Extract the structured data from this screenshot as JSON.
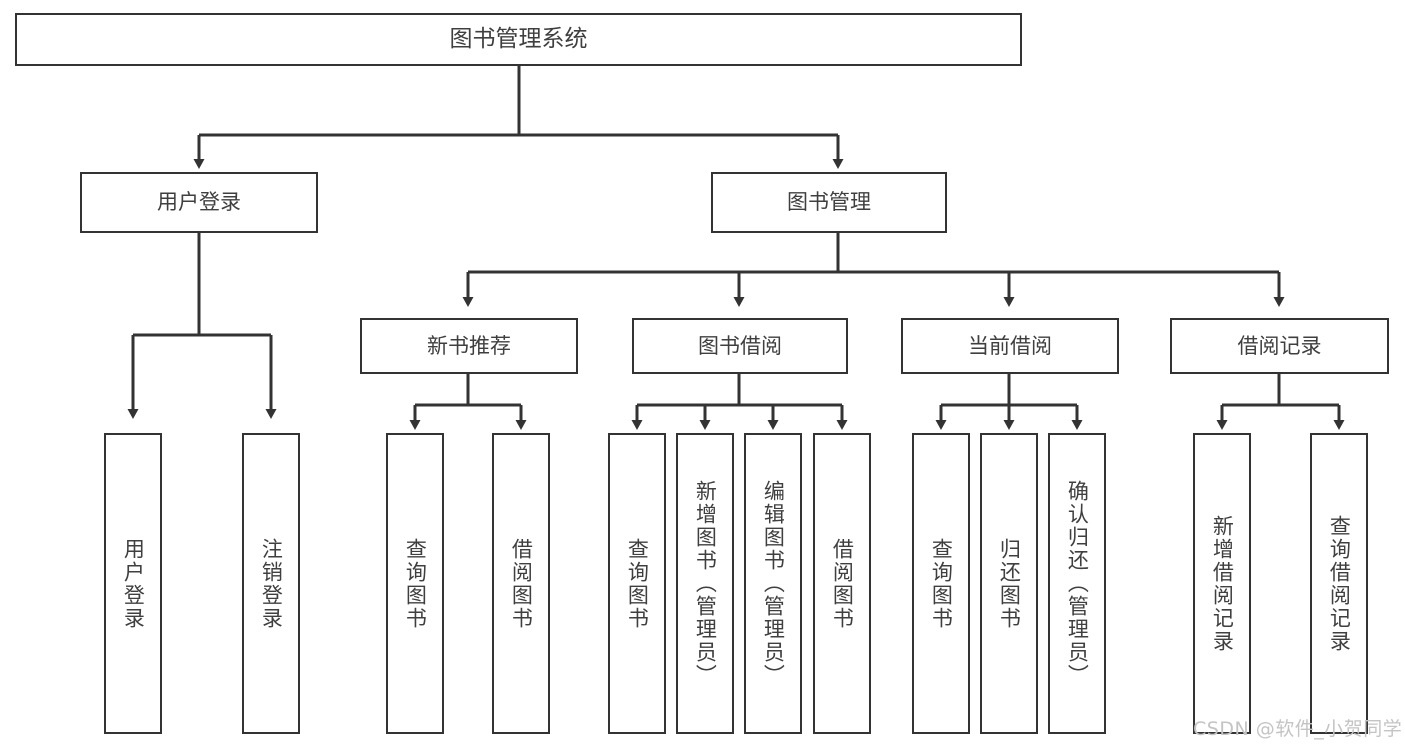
{
  "diagram": {
    "type": "tree",
    "title": "图书管理系统",
    "orientation": "top-down",
    "colors": {
      "box_border": "#333333",
      "box_fill": "#ffffff",
      "text": "#3f3f3f",
      "connector": "#333333",
      "watermark": "#c4c4c4",
      "background": "#ffffff"
    },
    "root": {
      "label": "图书管理系统"
    },
    "level2": [
      {
        "label": "用户登录"
      },
      {
        "label": "图书管理"
      }
    ],
    "level3": [
      {
        "label": "新书推荐"
      },
      {
        "label": "图书借阅"
      },
      {
        "label": "当前借阅"
      },
      {
        "label": "借阅记录"
      }
    ],
    "leaves": {
      "user_login": [
        {
          "label": "用户登录"
        },
        {
          "label": "注销登录"
        }
      ],
      "new_book_recommend": [
        {
          "label": "查询图书"
        },
        {
          "label": "借阅图书"
        }
      ],
      "book_borrow": [
        {
          "label": "查询图书"
        },
        {
          "label": "新增图书（管理员）"
        },
        {
          "label": "编辑图书（管理员）"
        },
        {
          "label": "借阅图书"
        }
      ],
      "current_borrow": [
        {
          "label": "查询图书"
        },
        {
          "label": "归还图书"
        },
        {
          "label": "确认归还（管理员）"
        }
      ],
      "borrow_record": [
        {
          "label": "新增借阅记录"
        },
        {
          "label": "查询借阅记录"
        }
      ]
    }
  },
  "watermark": {
    "text": "CSDN @软件_小贺同学"
  }
}
